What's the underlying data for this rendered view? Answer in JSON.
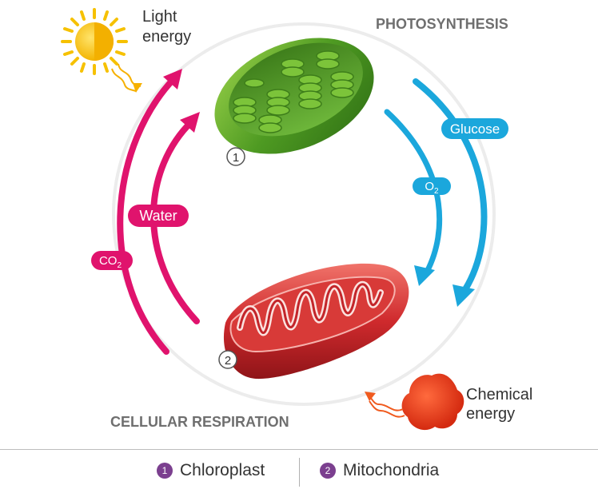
{
  "diagram": {
    "headings": {
      "photosynthesis": "PHOTOSYNTHESIS",
      "cellular_respiration": "CELLULAR RESPIRATION"
    },
    "energy_labels": {
      "light_line1": "Light",
      "light_line2": "energy",
      "chemical_line1": "Chemical",
      "chemical_line2": "energy"
    },
    "flow_labels": {
      "glucose": "Glucose",
      "oxygen": "O",
      "oxygen_sub": "2",
      "water": "Water",
      "co2": "CO",
      "co2_sub": "2"
    },
    "markers": {
      "chloroplast": "1",
      "mitochondria": "2"
    },
    "colors": {
      "photosynthesis_flow": "#1ba7dc",
      "respiration_flow": "#e0136d",
      "chloroplast": "#5aa42a",
      "mitochondria": "#c8252a",
      "sun": "#f6c100",
      "chemical_energy": "#e83418",
      "legend_badge": "#7b3f8f"
    }
  },
  "legend": {
    "item1_number": "1",
    "item1_label": "Chloroplast",
    "item2_number": "2",
    "item2_label": "Mitochondria"
  }
}
